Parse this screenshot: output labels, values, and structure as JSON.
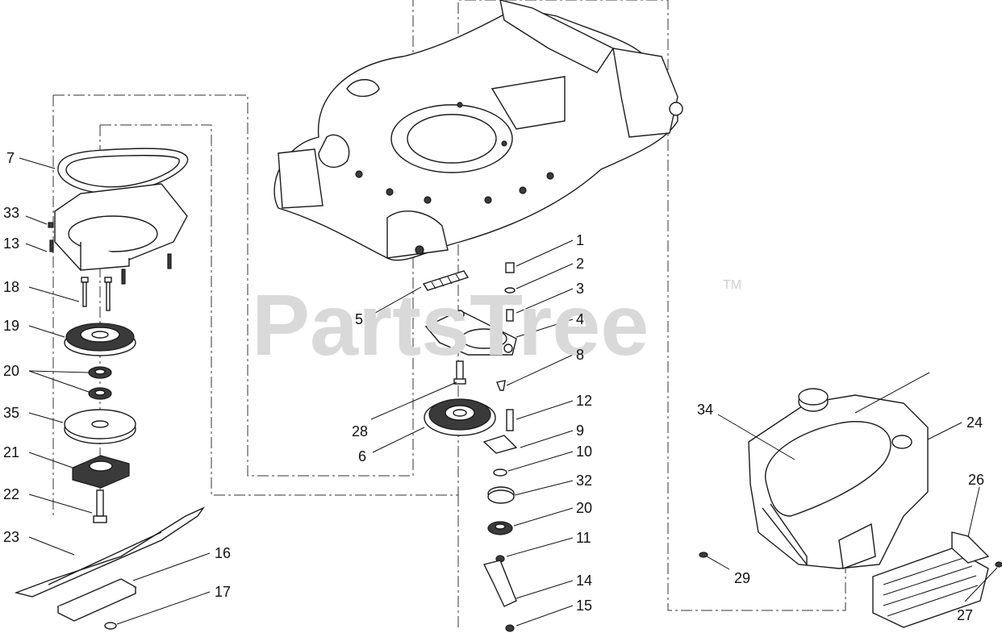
{
  "watermark": {
    "text": "PartsTree",
    "tm": "TM"
  },
  "callouts": [
    {
      "id": "1",
      "label": "1"
    },
    {
      "id": "2",
      "label": "2"
    },
    {
      "id": "3",
      "label": "3"
    },
    {
      "id": "4",
      "label": "4"
    },
    {
      "id": "5",
      "label": "5"
    },
    {
      "id": "6",
      "label": "6"
    },
    {
      "id": "7",
      "label": "7"
    },
    {
      "id": "8",
      "label": "8"
    },
    {
      "id": "9",
      "label": "9"
    },
    {
      "id": "10",
      "label": "10"
    },
    {
      "id": "11",
      "label": "11"
    },
    {
      "id": "12",
      "label": "12"
    },
    {
      "id": "13",
      "label": "13"
    },
    {
      "id": "14",
      "label": "14"
    },
    {
      "id": "15",
      "label": "15"
    },
    {
      "id": "16",
      "label": "16"
    },
    {
      "id": "17",
      "label": "17"
    },
    {
      "id": "18",
      "label": "18"
    },
    {
      "id": "19",
      "label": "19"
    },
    {
      "id": "20a",
      "label": "20"
    },
    {
      "id": "20b",
      "label": "20"
    },
    {
      "id": "21",
      "label": "21"
    },
    {
      "id": "22",
      "label": "22"
    },
    {
      "id": "23",
      "label": "23"
    },
    {
      "id": "24",
      "label": "24"
    },
    {
      "id": "26",
      "label": "26"
    },
    {
      "id": "27",
      "label": "27"
    },
    {
      "id": "28",
      "label": "28"
    },
    {
      "id": "29",
      "label": "29"
    },
    {
      "id": "32",
      "label": "32"
    },
    {
      "id": "33",
      "label": "33"
    },
    {
      "id": "34",
      "label": "34"
    },
    {
      "id": "35",
      "label": "35"
    }
  ]
}
